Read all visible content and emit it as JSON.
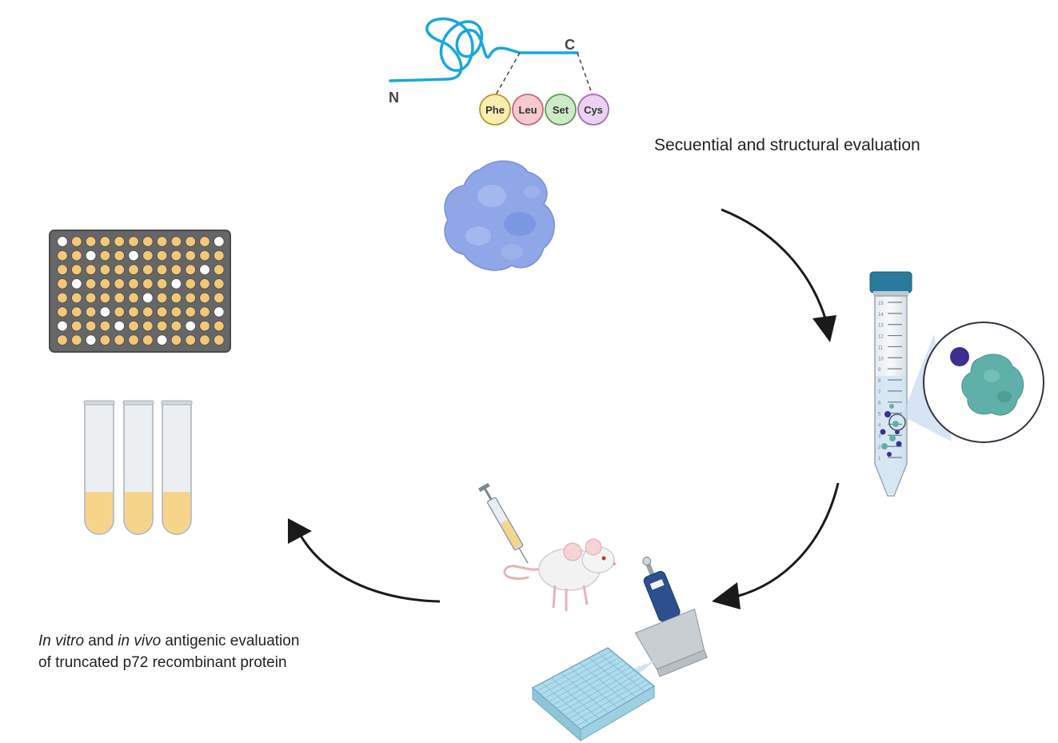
{
  "sequence": {
    "n_label": "N",
    "c_label": "C",
    "residues": [
      {
        "label": "Phe",
        "fill": "#f7eeb0",
        "stroke": "#b59a2a"
      },
      {
        "label": "Leu",
        "fill": "#f6c9cf",
        "stroke": "#c26b78"
      },
      {
        "label": "Set",
        "fill": "#cfeac9",
        "stroke": "#5f9a55"
      },
      {
        "label": "Cys",
        "fill": "#ead2f0",
        "stroke": "#a36cb4"
      }
    ]
  },
  "captions": {
    "structural": "Secuential and structural evaluation",
    "antigenic_line1_a": "In vitro",
    "antigenic_line1_b": " and ",
    "antigenic_line1_c": "in vivo",
    "antigenic_line1_d": " antigenic evaluation",
    "antigenic_line2": "of truncated p72 recombinant protein"
  },
  "colors": {
    "chain": "#1aa7dc",
    "protein": "#8fa6e8",
    "tube_cap": "#2a7a9e",
    "tube_liquid": "#f6d48a",
    "plate_well": "#f2c877",
    "plate_frame": "#666666",
    "zoom_protein": "#5fb0a8",
    "zoom_sphere": "#3b2f8f",
    "arrow": "#1a1a1a"
  },
  "tube_scale": [
    "15",
    "14",
    "13",
    "12",
    "11",
    "10",
    "9",
    "8",
    "7",
    "6",
    "5",
    "4",
    "3",
    "2",
    "1"
  ]
}
